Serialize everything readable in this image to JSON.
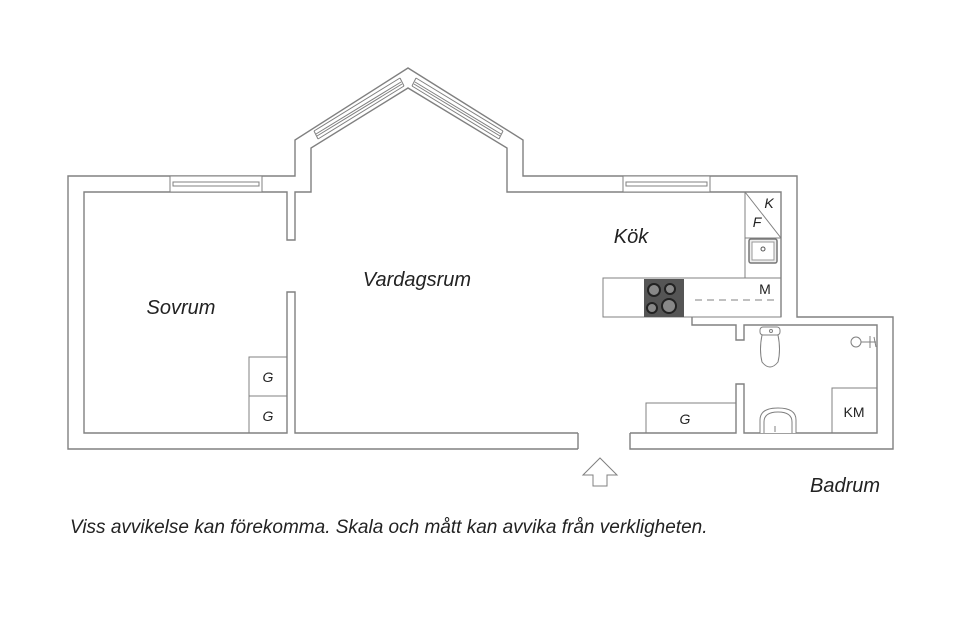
{
  "rooms": {
    "sovrum": "Sovrum",
    "vardagsrum": "Vardagsrum",
    "kok": "Kök",
    "badrum": "Badrum"
  },
  "fixtures": {
    "wardrobe_1": "G",
    "wardrobe_2": "G",
    "wardrobe_hall": "G",
    "fridge": "K",
    "freezer": "F",
    "dishwasher": "M",
    "washing_machine": "KM"
  },
  "disclaimer": "Viss avvikelse kan förekomma. Skala och mått kan avvika från verkligheten.",
  "colors": {
    "wall": "#808080",
    "stove": "#555555"
  }
}
